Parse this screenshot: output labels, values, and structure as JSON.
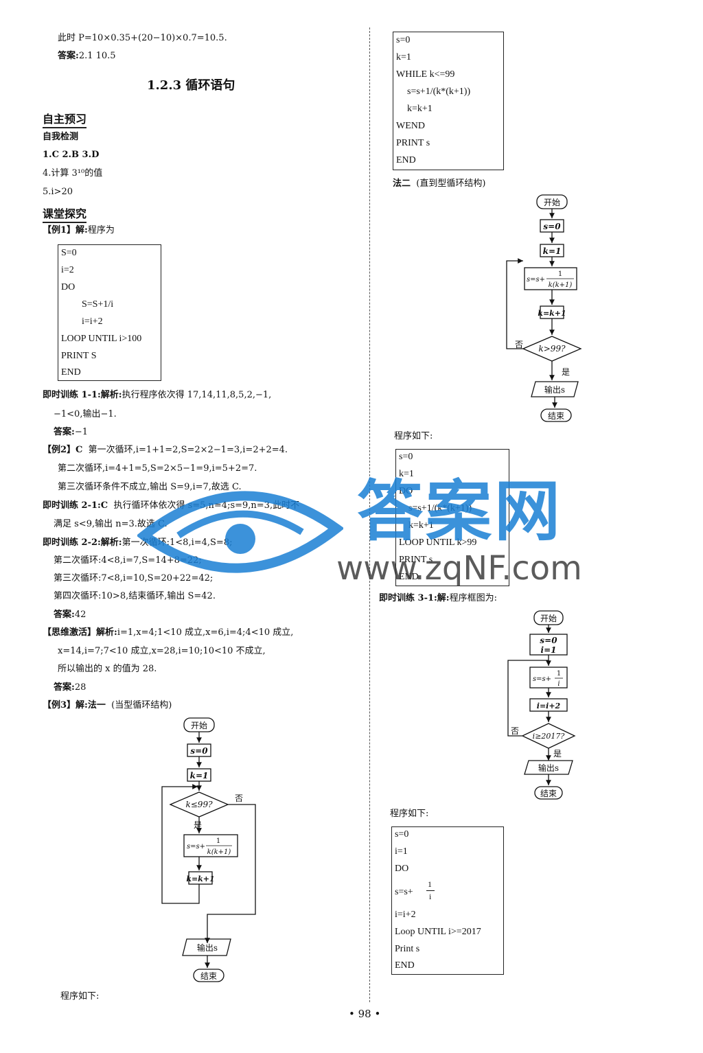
{
  "top": {
    "line1": "此时 P=10×0.35+(20−10)×0.7=10.5.",
    "line2_label": "答案:",
    "line2_value": "2.1   10.5"
  },
  "section_title": "1.2.3   循环语句",
  "preview": {
    "heading": "自主预习",
    "subheading": "自我检测",
    "ans1": "1.C   2.B   3.D",
    "ans4": "4.计算 3¹⁰的值",
    "ans5": "5.i>20"
  },
  "class": {
    "heading": "课堂探究",
    "ex1_label": "【例1】解:",
    "ex1_text": "程序为",
    "ex1_code": [
      "S=0",
      "i=2",
      "DO",
      "S=S+1/i",
      "i=i+2",
      "LOOP UNTIL i>100",
      "PRINT   S",
      "END"
    ],
    "t11_label": "即时训练 1-1:解析:",
    "t11_text": "执行程序依次得 17,14,11,8,5,2,−1,",
    "t11_line2": "−1<0,输出−1.",
    "t11_ans_label": "答案:",
    "t11_ans": "−1",
    "ex2_label": "【例2】C",
    "ex2_l1": "第一次循环,i=1+1=2,S=2×2−1=3,i=2+2=4.",
    "ex2_l2": "第二次循环,i=4+1=5,S=2×5−1=9,i=5+2=7.",
    "ex2_l3": "第三次循环条件不成立,输出 S=9,i=7,故选 C.",
    "t21_label": "即时训练 2-1:C",
    "t21_text": "执行循环体依次得 s=5,n=4;s=9,n=3,此时不",
    "t21_line2": "满足 s<9,输出 n=3.故选 C.",
    "t22_label": "即时训练 2-2:解析:",
    "t22_text": "第一次循环:1<8,i=4,S=8;",
    "t22_l2": "第二次循环:4<8,i=7,S=14+8=22;",
    "t22_l3": "第三次循环:7<8,i=10,S=20+22=42;",
    "t22_l4": "第四次循环:10>8,结束循环,输出 S=42.",
    "t22_ans_label": "答案:",
    "t22_ans": "42",
    "think_label": "【思维激活】解析:",
    "think_l1": "i=1,x=4;1<10 成立,x=6,i=4;4<10 成立,",
    "think_l2": "x=14,i=7;7<10 成立,x=28,i=10;10<10 不成立,",
    "think_l3": "所以输出的 x 的值为 28.",
    "think_ans_label": "答案:",
    "think_ans": "28",
    "ex3_label": "【例3】解:法一",
    "ex3_text": "(当型循环结构)",
    "program_below": "程序如下:"
  },
  "flow1": {
    "start": "开始",
    "s0": "s=0",
    "k1": "k=1",
    "cond": "k≤99?",
    "no": "否",
    "yes": "是",
    "body_prefix": "s=s+",
    "frac_num": "1",
    "frac_den": "k(k+1)",
    "inc": "k=k+1",
    "output": "输出s",
    "end": "结束"
  },
  "right": {
    "code1": [
      "s=0",
      "k=1",
      "WHILE  k<=99",
      "s=s+1/(k*(k+1))",
      "k=k+1",
      "WEND",
      "PRINT   s",
      "END"
    ],
    "method2_label": "法二",
    "method2_text": "(直到型循环结构)",
    "program_below": "程序如下:",
    "code2": [
      "s=0",
      "k=1",
      "DO",
      "s=s+1/(k*(k+1))",
      "k=k+1",
      "LOOP   UNTIL   k>99",
      "PRINT   s",
      "END"
    ],
    "t31_label": "即时训练 3-1:解:",
    "t31_text": "程序框图为:",
    "program_below2": "程序如下:",
    "code3": [
      "s=0",
      "i=1",
      "DO",
      "s=s+",
      "1",
      "i",
      "i=i+2",
      "Loop UNTIL i>=2017",
      "Print    s",
      "END"
    ]
  },
  "flow2": {
    "start": "开始",
    "s0": "s=0",
    "k1": "k=1",
    "body_prefix": "s=s+",
    "frac_num": "1",
    "frac_den": "k(k+1)",
    "inc": "k=k+1",
    "cond": "k>99?",
    "no": "否",
    "yes": "是",
    "output": "输出s",
    "end": "结束"
  },
  "flow3": {
    "start": "开始",
    "s0": "s=0",
    "i1": "i=1",
    "body_prefix": "s=s+",
    "frac_num": "1",
    "frac_den": "i",
    "inc": "i=i+2",
    "cond": "i≥2017?",
    "no": "否",
    "yes": "是",
    "output": "输出s",
    "end": "结束"
  },
  "page_number": "• 98 •",
  "watermark": {
    "text": "答案网",
    "url": "www.zqNF.com",
    "color": "#1a7fd4"
  }
}
